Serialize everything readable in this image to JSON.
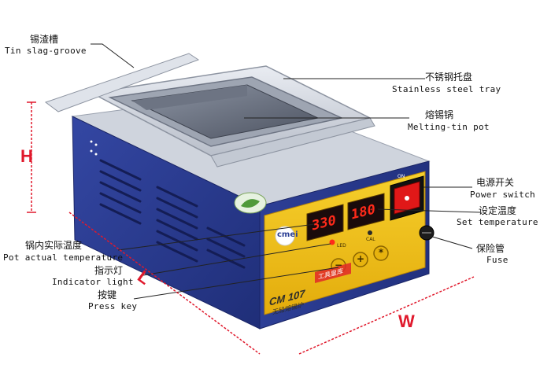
{
  "callouts": {
    "slag_groove": {
      "cn": "锡渣槽",
      "en": "Tin slag-groove"
    },
    "steel_tray": {
      "cn": "不锈钢托盘",
      "en": "Stainless steel tray"
    },
    "melting_pot": {
      "cn": "熔锡锅",
      "en": "Melting-tin pot"
    },
    "power_switch": {
      "cn": "电源开关",
      "en": "Power switch"
    },
    "set_temp": {
      "cn": "设定温度",
      "en": "Set temperature"
    },
    "fuse": {
      "cn": "保险管",
      "en": "Fuse"
    },
    "pot_temp": {
      "cn": "锅内实际温度",
      "en": "Pot actual temperature"
    },
    "indicator": {
      "cn": "指示灯",
      "en": "Indicator light"
    },
    "press_key": {
      "cn": "按键",
      "en": "Press key"
    }
  },
  "dimensions": {
    "height": "H",
    "length": "L",
    "width": "W"
  },
  "device": {
    "display_actual": "330",
    "display_set": "180",
    "led_label": "LED",
    "cal_label": "CAL",
    "key_minus": "−",
    "key_plus": "+",
    "key_star": "*",
    "brand": "cmei",
    "model": "CM 107",
    "panel_cn": "无铅熔锡炉",
    "banner": "工具皇库",
    "switch_label": "ON"
  },
  "colors": {
    "body_blue": "#2b3f94",
    "panel_yellow": "#f2c21b",
    "display_red": "#ff2a1a",
    "switch_red": "#e01818",
    "dimension_red": "#e0192c"
  }
}
